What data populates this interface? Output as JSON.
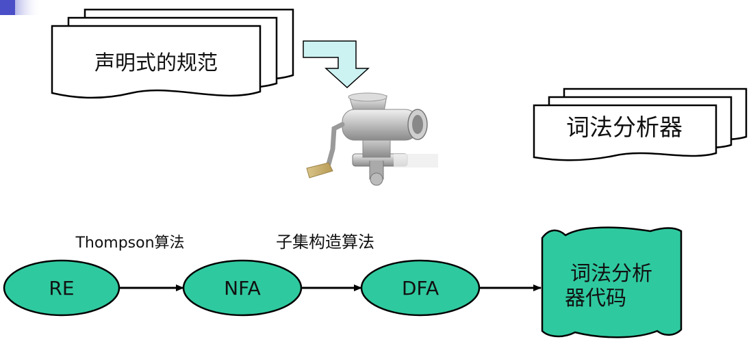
{
  "spec_document": {
    "label": "声明式的规范"
  },
  "output_document": {
    "label": "词法分析器"
  },
  "pipeline": {
    "nodes": [
      {
        "id": "re",
        "label": "RE"
      },
      {
        "id": "nfa",
        "label": "NFA"
      },
      {
        "id": "dfa",
        "label": "DFA"
      }
    ],
    "edge_labels": {
      "thompson": "Thompson算法",
      "subset": "子集构造算法"
    },
    "code_document": {
      "line1": "词法分析",
      "line2": "器代码"
    }
  },
  "colors": {
    "node_fill": "#2fc99f",
    "code_fill": "#2fc99f",
    "process_arrow_fill": "#ccf2f2",
    "accent": "#5a5fd0"
  }
}
